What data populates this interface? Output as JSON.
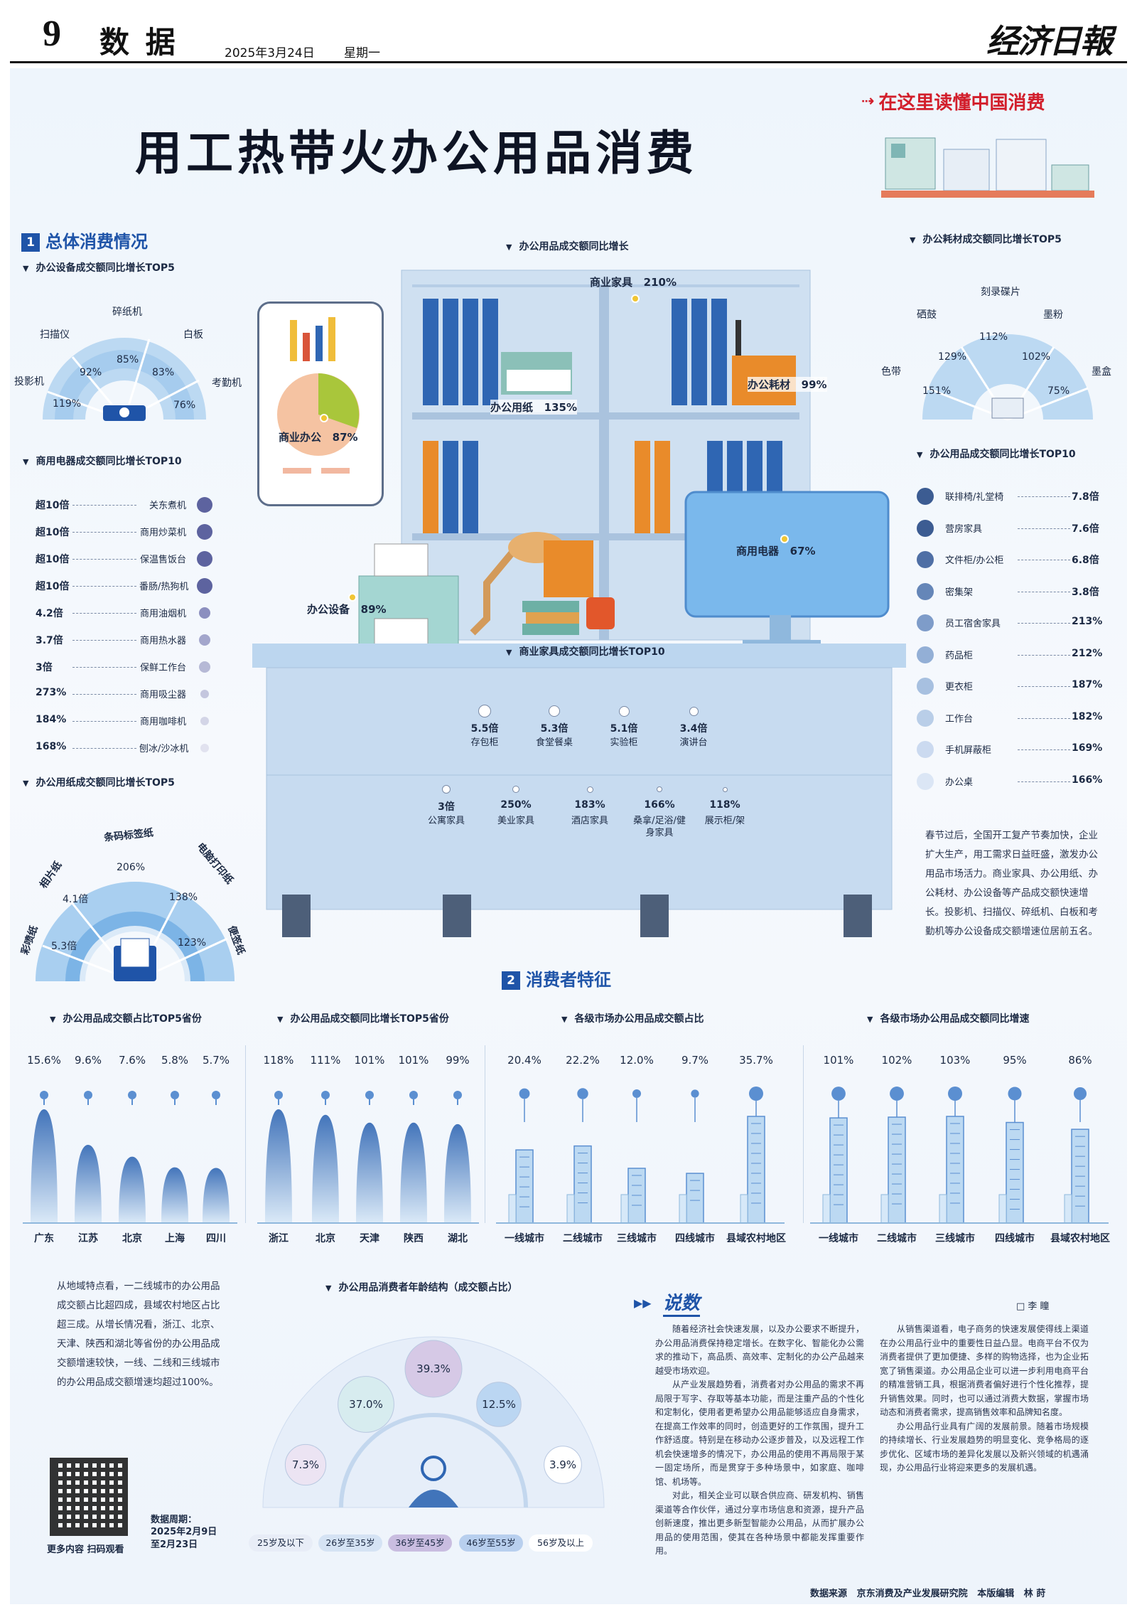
{
  "masthead": {
    "page_number": "9",
    "section": "数 据",
    "date": "2025年3月24日",
    "weekday": "星期一",
    "paper_name": "经济日報"
  },
  "banner": {
    "text": "在这里读懂中国消费"
  },
  "headline": "用工热带火办公用品消费",
  "section1": {
    "number": "1",
    "title": "总体消费情况"
  },
  "section2": {
    "number": "2",
    "title": "消费者特征"
  },
  "chart_data": [
    {
      "id": "office_equipment_top5",
      "type": "radial",
      "title": "办公设备成交额同比增长TOP5",
      "categories": [
        "投影机",
        "扫描仪",
        "碎纸机",
        "白板",
        "考勤机"
      ],
      "values_text": [
        "119%",
        "92%",
        "85%",
        "83%",
        "76%"
      ],
      "values": [
        119,
        92,
        85,
        83,
        76
      ]
    },
    {
      "id": "consumables_top5",
      "type": "radial",
      "title": "办公耗材成交额同比增长TOP5",
      "categories": [
        "色带",
        "硒鼓",
        "刻录碟片",
        "墨粉",
        "墨盒"
      ],
      "values_text": [
        "151%",
        "129%",
        "112%",
        "102%",
        "75%"
      ],
      "values": [
        151,
        129,
        112,
        102,
        75
      ]
    },
    {
      "id": "paper_top5",
      "type": "radial",
      "title": "办公用纸成交额同比增长TOP5",
      "categories": [
        "彩喷纸",
        "相片纸",
        "条码标签纸",
        "电脑打印纸",
        "便签纸"
      ],
      "values_text": [
        "5.3倍",
        "4.1倍",
        "206%",
        "138%",
        "123%"
      ]
    },
    {
      "id": "appliance_top10",
      "type": "ranked_list",
      "title": "商用电器成交额同比增长TOP10",
      "categories": [
        "关东煮机",
        "商用炒菜机",
        "保温售饭台",
        "番肠/热狗机",
        "商用油烟机",
        "商用热水器",
        "保鲜工作台",
        "商用吸尘器",
        "商用咖啡机",
        "刨冰/沙冰机"
      ],
      "values_text": [
        "超10倍",
        "超10倍",
        "超10倍",
        "超10倍",
        "4.2倍",
        "3.7倍",
        "3倍",
        "273%",
        "184%",
        "168%"
      ]
    },
    {
      "id": "furniture_top10",
      "type": "ranked_list",
      "title": "办公用品成交额同比增长TOP10",
      "categories": [
        "联排椅/礼堂椅",
        "营房家具",
        "文件柜/办公柜",
        "密集架",
        "员工宿舍家具",
        "药品柜",
        "更衣柜",
        "工作台",
        "手机屏蔽柜",
        "办公桌"
      ],
      "values_text": [
        "7.8倍",
        "7.6倍",
        "6.8倍",
        "3.8倍",
        "213%",
        "212%",
        "187%",
        "182%",
        "169%",
        "166%"
      ]
    },
    {
      "id": "category_growth",
      "type": "annotation",
      "title": "办公用品成交额同比增长",
      "categories": [
        "商业家具",
        "办公用纸",
        "办公耗材",
        "商业办公",
        "商用电器",
        "办公设备"
      ],
      "values_text": [
        "210%",
        "135%",
        "99%",
        "87%",
        "67%",
        "89%"
      ]
    },
    {
      "id": "commercial_furniture_top10",
      "type": "bubble",
      "title": "商业家具成交额同比增长TOP10",
      "categories": [
        "存包柜",
        "食堂餐桌",
        "实验柜",
        "演讲台",
        "公寓家具",
        "美业家具",
        "酒店家具",
        "桑拿/足浴/健身家具",
        "展示柜/架"
      ],
      "values_text": [
        "5.5倍",
        "5.3倍",
        "5.1倍",
        "3.4倍",
        "3倍",
        "250%",
        "183%",
        "166%",
        "118%"
      ]
    },
    {
      "id": "province_share_top5",
      "type": "bar",
      "title": "办公用品成交额占比TOP5省份",
      "categories": [
        "广东",
        "江苏",
        "北京",
        "上海",
        "四川"
      ],
      "values_text": [
        "15.6%",
        "9.6%",
        "7.6%",
        "5.8%",
        "5.7%"
      ],
      "values": [
        15.6,
        9.6,
        7.6,
        5.8,
        5.7
      ]
    },
    {
      "id": "province_growth_top5",
      "type": "bar",
      "title": "办公用品成交额同比增长TOP5省份",
      "categories": [
        "浙江",
        "北京",
        "天津",
        "陕西",
        "湖北"
      ],
      "values_text": [
        "118%",
        "111%",
        "101%",
        "101%",
        "99%"
      ],
      "values": [
        118,
        111,
        101,
        101,
        99
      ]
    },
    {
      "id": "city_tier_share",
      "type": "bar",
      "title": "各级市场办公用品成交额占比",
      "categories": [
        "一线城市",
        "二线城市",
        "三线城市",
        "四线城市",
        "县域农村地区"
      ],
      "values_text": [
        "20.4%",
        "22.2%",
        "12.0%",
        "9.7%",
        "35.7%"
      ],
      "values": [
        20.4,
        22.2,
        12.0,
        9.7,
        35.7
      ]
    },
    {
      "id": "city_tier_growth",
      "type": "bar",
      "title": "各级市场办公用品成交额同比增速",
      "categories": [
        "一线城市",
        "二线城市",
        "三线城市",
        "四线城市",
        "县域农村地区"
      ],
      "values_text": [
        "101%",
        "102%",
        "103%",
        "95%",
        "86%"
      ],
      "values": [
        101,
        102,
        103,
        95,
        86
      ]
    },
    {
      "id": "age_structure",
      "type": "bubble",
      "title": "办公用品消费者年龄结构（成交额占比）",
      "categories": [
        "25岁及以下",
        "26岁至35岁",
        "36岁至45岁",
        "46岁至55岁",
        "56岁及以上"
      ],
      "values_text": [
        "7.3%",
        "37.0%",
        "39.3%",
        "12.5%",
        "3.9%"
      ],
      "values": [
        7.3,
        37.0,
        39.3,
        12.5,
        3.9
      ]
    }
  ],
  "texts": {
    "intro": "春节过后，全国开工复产节奏加快，企业扩大生产，用工需求日益旺盛，激发办公用品市场活力。商业家具、办公用纸、办公耗材、办公设备等产品成交额快速增长。投影机、扫描仪、碎纸机、白板和考勤机等办公设备成交额增速位居前五名。",
    "region": "从地域特点看，一二线城市的办公用品成交额占比超四成，县域农村地区占比超三成。从增长情况看，浙江、北京、天津、陕西和湖北等省份的办公用品成交额增速较快，一线、二线和三线城市的办公用品成交额增速均超过100%。",
    "qr_caption": "更多内容 扫码观看",
    "period_label": "数据周期：",
    "period_value": "2025年2月9日至2月23日"
  },
  "column": {
    "title": "说数",
    "author": "李  瞳",
    "p1": "随着经济社会快速发展，以及办公要求不断提升，办公用品消费保持稳定增长。在数字化、智能化办公需求的推动下，高品质、高效率、定制化的办公产品越来越受市场欢迎。",
    "p2": "从产业发展趋势看，消费者对办公用品的需求不再局限于写字、存取等基本功能，而是注重产品的个性化和定制化，使用者更希望办公用品能够适应自身需求，在提高工作效率的同时，创造更好的工作氛围，提升工作舒适度。特别是在移动办公逐步普及，以及远程工作机会快速增多的情况下，办公用品的使用不再局限于某一固定场所，而是贯穿于多种场景中，如家庭、咖啡馆、机场等。",
    "p3": "对此，相关企业可以联合供应商、研发机构、销售渠道等合作伙伴，通过分享市场信息和资源，提升产品创新速度，推出更多新型智能办公用品，从而扩展办公用品的使用范围，使其在各种场景中都能发挥重要作用。",
    "p4": "从销售渠道看，电子商务的快速发展使得线上渠道在办公用品行业中的重要性日益凸显。电商平台不仅为消费者提供了更加便捷、多样的购物选择，也为企业拓宽了销售渠道。办公用品企业可以进一步利用电商平台的精准营销工具，根据消费者偏好进行个性化推荐，提升销售效果。同时，也可以通过消费大数据，掌握市场动态和消费者需求，提高销售效率和品牌知名度。",
    "p5": "办公用品行业具有广阔的发展前景。随着市场规模的持续增长、行业发展趋势的明显变化、竞争格局的逐步优化、区域市场的差异化发展以及新兴领域的机遇涌现，办公用品行业将迎来更多的发展机遇。"
  },
  "footer": {
    "source_label": "数据来源",
    "source": "京东消费及产业发展研究院",
    "editor_label": "本版编辑",
    "editor": "林  莳"
  },
  "colors": {
    "accent_blue": "#1f54a8",
    "light_blue": "#9cc7ec",
    "red": "#d21e2b",
    "orange": "#e98b2a"
  }
}
